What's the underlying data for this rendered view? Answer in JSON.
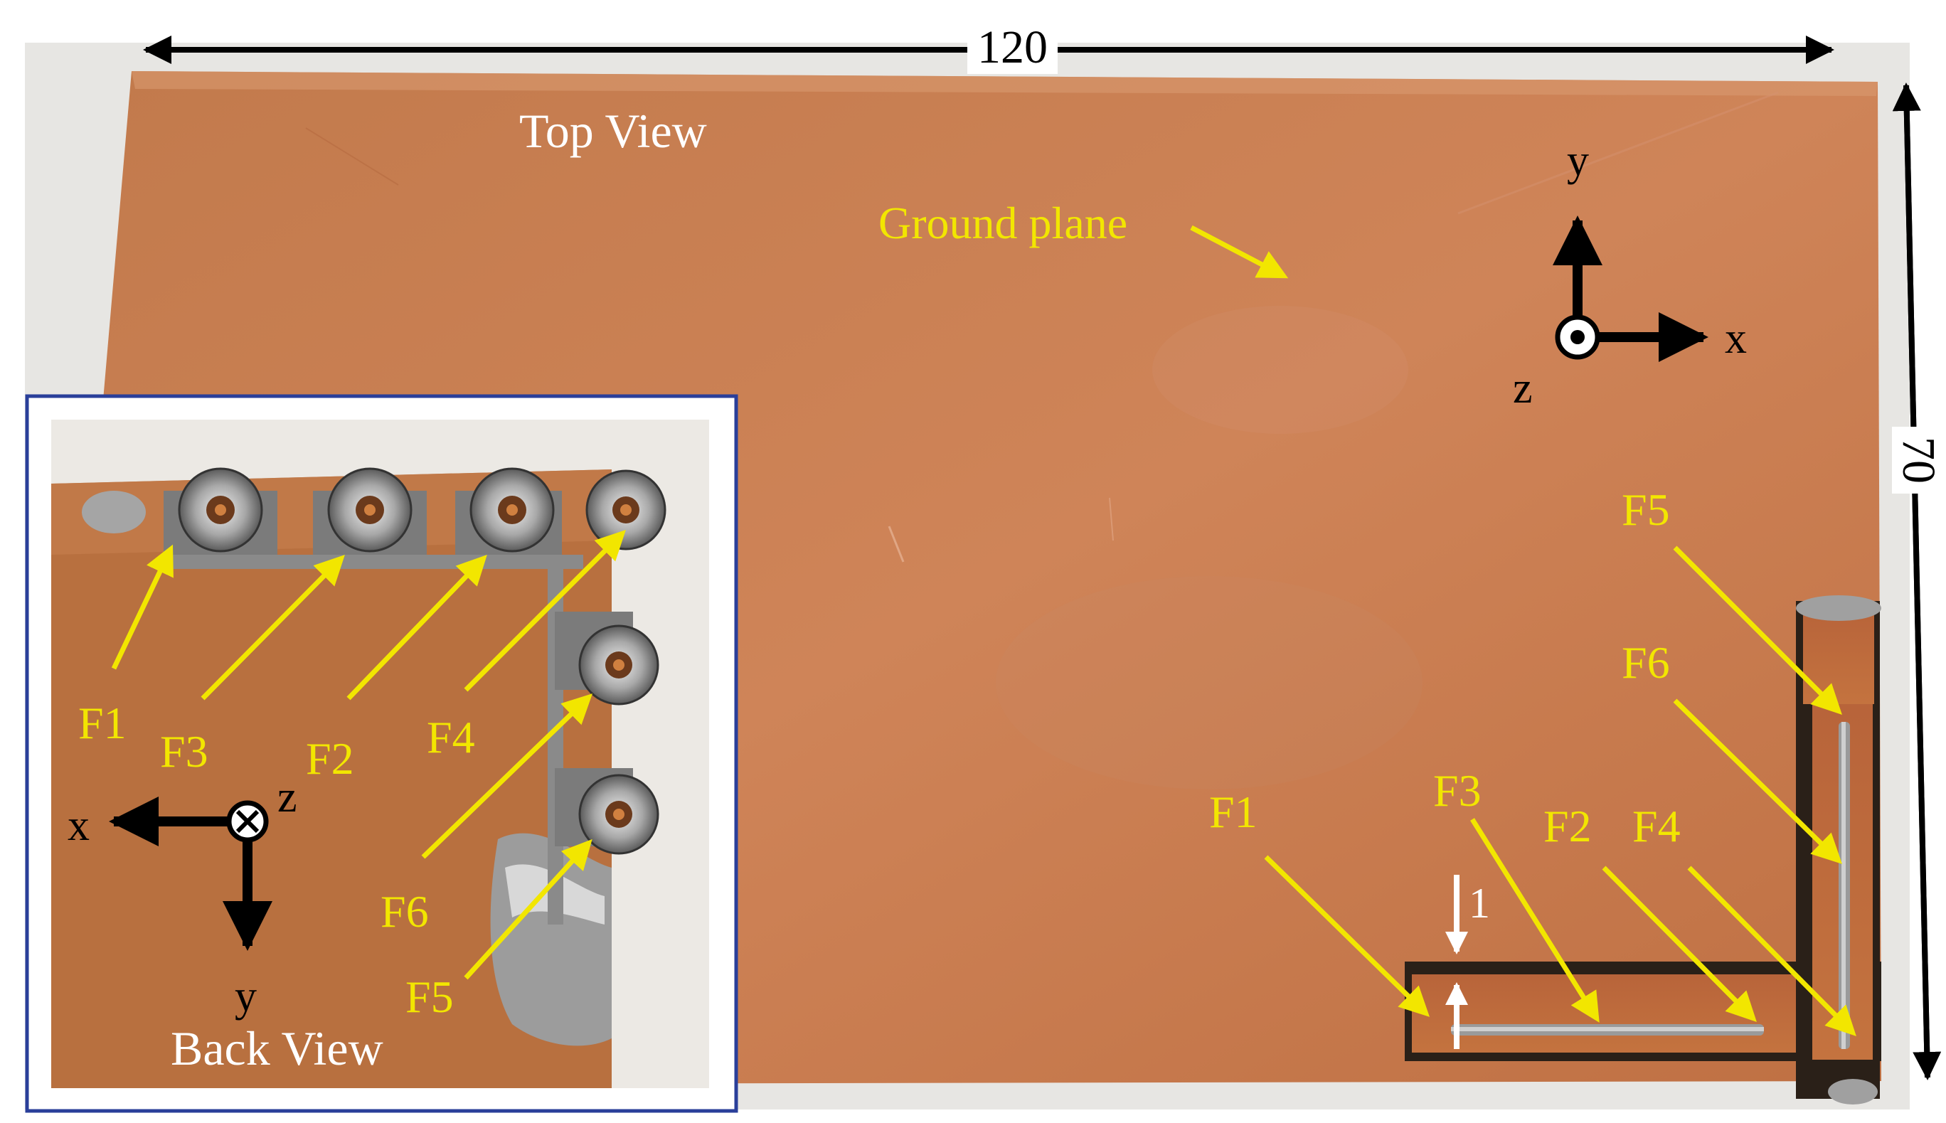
{
  "colors": {
    "copper": "#c8774a",
    "copper_dark": "#a85a32",
    "annotation_yellow": "#f2e600",
    "inset_border": "#2a3f9a",
    "arrow_black": "#000000",
    "label_white": "#ffffff"
  },
  "dimensions": {
    "width_label": "120",
    "height_label": "70",
    "gap_label": "1"
  },
  "top_view": {
    "title": "Top View",
    "ground_plane_label": "Ground plane",
    "axes": {
      "y": "y",
      "x": "x",
      "z": "z"
    },
    "ports": {
      "f1": "F1",
      "f2": "F2",
      "f3": "F3",
      "f4": "F4",
      "f5": "F5",
      "f6": "F6"
    }
  },
  "back_view": {
    "title": "Back View",
    "axes": {
      "x": "x",
      "y": "y",
      "z": "z"
    },
    "ports": {
      "f1": "F1",
      "f2": "F2",
      "f3": "F3",
      "f4": "F4",
      "f5": "F5",
      "f6": "F6"
    }
  }
}
